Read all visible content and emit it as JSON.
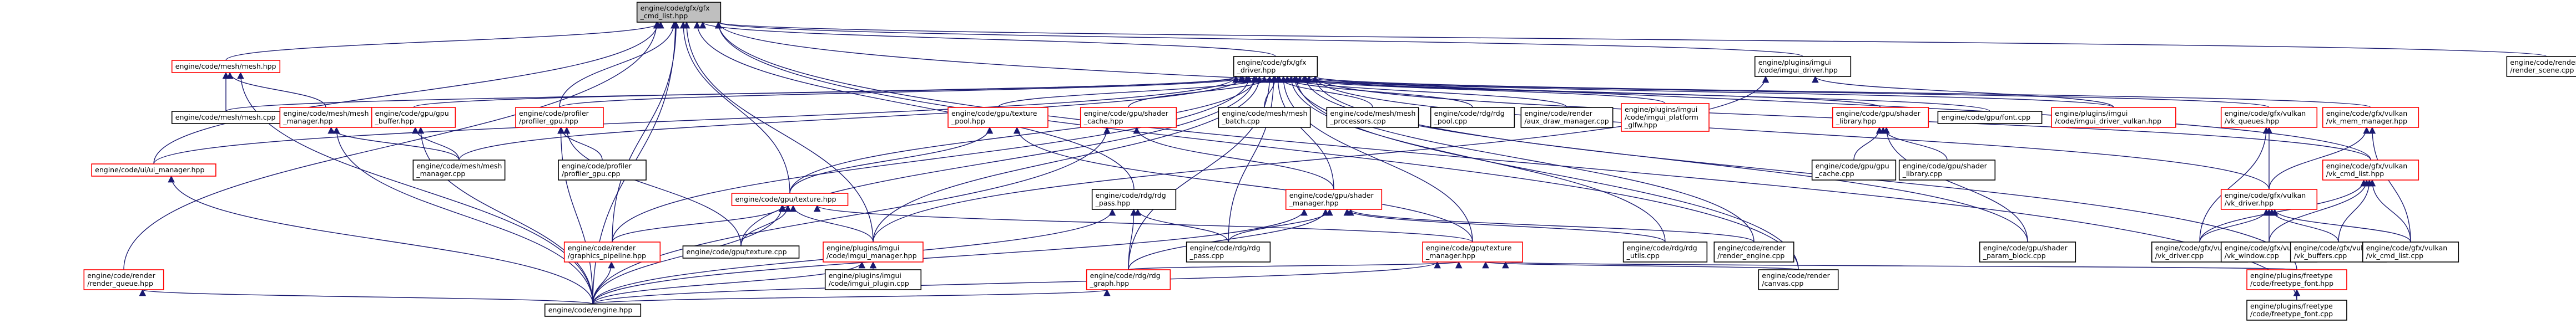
{
  "graph": {
    "type": "include-dependency",
    "colors": {
      "edge": "#191970",
      "border": "#000000",
      "incomplete_border": "#ff0000",
      "root_fill": "#bfbfbf",
      "background": "#ffffff"
    },
    "nodes": [
      {
        "id": "root",
        "lines": [
          "engine/code/gfx/gfx",
          "_cmd_list.hpp"
        ],
        "style": "root"
      },
      {
        "id": "mesh_hpp",
        "lines": [
          "engine/code/mesh/mesh.hpp"
        ],
        "style": "red"
      },
      {
        "id": "gfx_driver",
        "lines": [
          "engine/code/gfx/gfx",
          "_driver.hpp"
        ],
        "style": "normal"
      },
      {
        "id": "imgui_driver_hpp",
        "lines": [
          "engine/plugins/imgui",
          "/code/imgui_driver.hpp"
        ],
        "style": "normal"
      },
      {
        "id": "render_scene",
        "lines": [
          "engine/code/render",
          "/render_scene.cpp"
        ],
        "style": "normal"
      },
      {
        "id": "mesh_cpp",
        "lines": [
          "engine/code/mesh/mesh.cpp"
        ],
        "style": "normal"
      },
      {
        "id": "mesh_manager_hpp",
        "lines": [
          "engine/code/mesh/mesh",
          "_manager.hpp"
        ],
        "style": "red"
      },
      {
        "id": "gpu_buffer_hpp",
        "lines": [
          "engine/code/gpu/gpu",
          "_buffer.hpp"
        ],
        "style": "red"
      },
      {
        "id": "profiler_gpu_hpp",
        "lines": [
          "engine/code/profiler",
          "/profiler_gpu.hpp"
        ],
        "style": "red"
      },
      {
        "id": "texture_pool_hpp",
        "lines": [
          "engine/code/gpu/texture",
          "_pool.hpp"
        ],
        "style": "red"
      },
      {
        "id": "shader_cache_hpp",
        "lines": [
          "engine/code/gpu/shader",
          "_cache.hpp"
        ],
        "style": "red"
      },
      {
        "id": "mesh_batch",
        "lines": [
          "engine/code/mesh/mesh",
          "_batch.cpp"
        ],
        "style": "normal"
      },
      {
        "id": "mesh_processors",
        "lines": [
          "engine/code/mesh/mesh",
          "_processors.cpp"
        ],
        "style": "normal"
      },
      {
        "id": "rdg_pool",
        "lines": [
          "engine/code/rdg/rdg",
          "_pool.cpp"
        ],
        "style": "normal"
      },
      {
        "id": "aux_draw",
        "lines": [
          "engine/code/render",
          "/aux_draw_manager.cpp"
        ],
        "style": "normal"
      },
      {
        "id": "imgui_platform",
        "lines": [
          "engine/plugins/imgui",
          "/code/imgui_platform",
          "_glfw.hpp"
        ],
        "style": "red"
      },
      {
        "id": "shader_library_hpp",
        "lines": [
          "engine/code/gpu/shader",
          "_library.hpp"
        ],
        "style": "red"
      },
      {
        "id": "font_cpp",
        "lines": [
          "engine/code/gpu/font.cpp"
        ],
        "style": "normal"
      },
      {
        "id": "imgui_driver_vulkan",
        "lines": [
          "engine/plugins/imgui",
          "/code/imgui_driver_vulkan.hpp"
        ],
        "style": "red"
      },
      {
        "id": "vk_queues_hpp",
        "lines": [
          "engine/code/gfx/vulkan",
          "/vk_queues.hpp"
        ],
        "style": "red"
      },
      {
        "id": "vk_mem_manager_hpp",
        "lines": [
          "engine/code/gfx/vulkan",
          "/vk_mem_manager.hpp"
        ],
        "style": "red"
      },
      {
        "id": "vk_cmd_list_hpp",
        "lines": [
          "engine/code/gfx/vulkan",
          "/vk_cmd_list.hpp"
        ],
        "style": "red"
      },
      {
        "id": "ui_manager_hpp",
        "lines": [
          "engine/code/ui/ui_manager.hpp"
        ],
        "style": "red"
      },
      {
        "id": "mesh_manager_cpp",
        "lines": [
          "engine/code/mesh/mesh",
          "_manager.cpp"
        ],
        "style": "normal"
      },
      {
        "id": "profiler_gpu_cpp",
        "lines": [
          "engine/code/profiler",
          "/profiler_gpu.cpp"
        ],
        "style": "normal"
      },
      {
        "id": "gpu_cache_cpp",
        "lines": [
          "engine/code/gpu/gpu",
          "_cache.cpp"
        ],
        "style": "normal"
      },
      {
        "id": "shader_library_cpp",
        "lines": [
          "engine/code/gpu/shader",
          "_library.cpp"
        ],
        "style": "normal"
      },
      {
        "id": "texture_hpp",
        "lines": [
          "engine/code/gpu/texture.hpp"
        ],
        "style": "red"
      },
      {
        "id": "rdg_pass_hpp",
        "lines": [
          "engine/code/rdg/rdg",
          "_pass.hpp"
        ],
        "style": "normal"
      },
      {
        "id": "shader_manager_hpp",
        "lines": [
          "engine/code/gpu/shader",
          "_manager.hpp"
        ],
        "style": "red"
      },
      {
        "id": "vk_driver_hpp",
        "lines": [
          "engine/code/gfx/vulkan",
          "/vk_driver.hpp"
        ],
        "style": "red"
      },
      {
        "id": "graphics_pipeline_hpp",
        "lines": [
          "engine/code/render",
          "/graphics_pipeline.hpp"
        ],
        "style": "red"
      },
      {
        "id": "texture_cpp",
        "lines": [
          "engine/code/gpu/texture.cpp"
        ],
        "style": "normal"
      },
      {
        "id": "imgui_manager_hpp",
        "lines": [
          "engine/plugins/imgui",
          "/code/imgui_manager.hpp"
        ],
        "style": "red"
      },
      {
        "id": "rdg_pass_cpp",
        "lines": [
          "engine/code/rdg/rdg",
          "_pass.cpp"
        ],
        "style": "normal"
      },
      {
        "id": "texture_manager_hpp",
        "lines": [
          "engine/code/gpu/texture",
          "_manager.hpp"
        ],
        "style": "red"
      },
      {
        "id": "rdg_utils",
        "lines": [
          "engine/code/rdg/rdg",
          "_utils.cpp"
        ],
        "style": "normal"
      },
      {
        "id": "render_engine",
        "lines": [
          "engine/code/render",
          "/render_engine.cpp"
        ],
        "style": "normal"
      },
      {
        "id": "shader_param_block",
        "lines": [
          "engine/code/gpu/shader",
          "_param_block.cpp"
        ],
        "style": "normal"
      },
      {
        "id": "vk_driver_cpp",
        "lines": [
          "engine/code/gfx/vulkan",
          "/vk_driver.cpp"
        ],
        "style": "normal"
      },
      {
        "id": "vk_window",
        "lines": [
          "engine/code/gfx/vulkan",
          "/vk_window.cpp"
        ],
        "style": "normal"
      },
      {
        "id": "vk_buffers",
        "lines": [
          "engine/code/gfx/vulkan",
          "/vk_buffers.cpp"
        ],
        "style": "normal"
      },
      {
        "id": "vk_cmd_list_cpp",
        "lines": [
          "engine/code/gfx/vulkan",
          "/vk_cmd_list.cpp"
        ],
        "style": "normal"
      },
      {
        "id": "render_queue_hpp",
        "lines": [
          "engine/code/render",
          "/render_queue.hpp"
        ],
        "style": "red"
      },
      {
        "id": "rdg_graph_hpp",
        "lines": [
          "engine/code/rdg/rdg",
          "_graph.hpp"
        ],
        "style": "red"
      },
      {
        "id": "imgui_plugin",
        "lines": [
          "engine/plugins/imgui",
          "/code/imgui_plugin.cpp"
        ],
        "style": "normal"
      },
      {
        "id": "canvas_cpp",
        "lines": [
          "engine/code/render",
          "/canvas.cpp"
        ],
        "style": "normal"
      },
      {
        "id": "freetype_font_hpp",
        "lines": [
          "engine/plugins/freetype",
          "/code/freetype_font.hpp"
        ],
        "style": "red"
      },
      {
        "id": "engine_hpp",
        "lines": [
          "engine/code/engine.hpp"
        ],
        "style": "normal"
      },
      {
        "id": "freetype_font_cpp",
        "lines": [
          "engine/plugins/freetype",
          "/code/freetype_font.cpp"
        ],
        "style": "normal"
      }
    ],
    "edges": [
      [
        "mesh_hpp",
        "root"
      ],
      [
        "gfx_driver",
        "root"
      ],
      [
        "imgui_driver_hpp",
        "root"
      ],
      [
        "render_scene",
        "root"
      ],
      [
        "ui_manager_hpp",
        "root"
      ],
      [
        "render_queue_hpp",
        "root"
      ],
      [
        "engine_hpp",
        "root"
      ],
      [
        "graphics_pipeline_hpp",
        "root"
      ],
      [
        "profiler_gpu_hpp",
        "root"
      ],
      [
        "texture_hpp",
        "root"
      ],
      [
        "imgui_manager_hpp",
        "root"
      ],
      [
        "rdg_pass_hpp",
        "root"
      ],
      [
        "vk_cmd_list_hpp",
        "root"
      ],
      [
        "canvas_cpp",
        "root"
      ],
      [
        "freetype_font_cpp",
        "root"
      ],
      [
        "mesh_cpp",
        "mesh_hpp"
      ],
      [
        "mesh_manager_hpp",
        "mesh_hpp"
      ],
      [
        "engine_hpp",
        "mesh_hpp"
      ],
      [
        "mesh_cpp",
        "gfx_driver"
      ],
      [
        "mesh_manager_cpp",
        "gfx_driver"
      ],
      [
        "gpu_buffer_hpp",
        "gfx_driver"
      ],
      [
        "profiler_gpu_hpp",
        "gfx_driver"
      ],
      [
        "texture_pool_hpp",
        "gfx_driver"
      ],
      [
        "shader_cache_hpp",
        "gfx_driver"
      ],
      [
        "mesh_batch",
        "gfx_driver"
      ],
      [
        "mesh_processors",
        "gfx_driver"
      ],
      [
        "rdg_pool",
        "gfx_driver"
      ],
      [
        "aux_draw",
        "gfx_driver"
      ],
      [
        "imgui_platform",
        "gfx_driver"
      ],
      [
        "shader_library_hpp",
        "gfx_driver"
      ],
      [
        "font_cpp",
        "gfx_driver"
      ],
      [
        "imgui_driver_vulkan",
        "gfx_driver"
      ],
      [
        "vk_queues_hpp",
        "gfx_driver"
      ],
      [
        "vk_mem_manager_hpp",
        "gfx_driver"
      ],
      [
        "texture_hpp",
        "gfx_driver"
      ],
      [
        "shader_manager_hpp",
        "gfx_driver"
      ],
      [
        "rdg_utils",
        "gfx_driver"
      ],
      [
        "render_engine",
        "gfx_driver"
      ],
      [
        "texture_cpp",
        "gfx_driver"
      ],
      [
        "imgui_manager_hpp",
        "gfx_driver"
      ],
      [
        "graphics_pipeline_hpp",
        "gfx_driver"
      ],
      [
        "shader_param_block",
        "gfx_driver"
      ],
      [
        "vk_driver_hpp",
        "gfx_driver"
      ],
      [
        "ui_manager_hpp",
        "gfx_driver"
      ],
      [
        "rdg_pass_cpp",
        "gfx_driver"
      ],
      [
        "canvas_cpp",
        "gfx_driver"
      ],
      [
        "texture_manager_hpp",
        "gfx_driver"
      ],
      [
        "freetype_font_hpp",
        "gfx_driver"
      ],
      [
        "vk_cmd_list_hpp",
        "gfx_driver"
      ],
      [
        "rdg_graph_hpp",
        "gfx_driver"
      ],
      [
        "imgui_driver_vulkan",
        "imgui_driver_hpp"
      ],
      [
        "imgui_manager_hpp",
        "imgui_driver_hpp"
      ],
      [
        "mesh_manager_cpp",
        "mesh_manager_hpp"
      ],
      [
        "engine_hpp",
        "mesh_manager_hpp"
      ],
      [
        "mesh_manager_cpp",
        "gpu_buffer_hpp"
      ],
      [
        "engine_hpp",
        "gpu_buffer_hpp"
      ],
      [
        "profiler_gpu_cpp",
        "profiler_gpu_hpp"
      ],
      [
        "texture_cpp",
        "profiler_gpu_hpp"
      ],
      [
        "engine_hpp",
        "profiler_gpu_hpp"
      ],
      [
        "texture_hpp",
        "texture_pool_hpp"
      ],
      [
        "texture_manager_hpp",
        "texture_pool_hpp"
      ],
      [
        "shader_manager_hpp",
        "shader_cache_hpp"
      ],
      [
        "engine_hpp",
        "shader_cache_hpp"
      ],
      [
        "gpu_cache_cpp",
        "shader_library_hpp"
      ],
      [
        "shader_library_cpp",
        "shader_library_hpp"
      ],
      [
        "shader_param_block",
        "shader_library_hpp"
      ],
      [
        "vk_driver_hpp",
        "vk_queues_hpp"
      ],
      [
        "vk_driver_cpp",
        "vk_queues_hpp"
      ],
      [
        "vk_driver_hpp",
        "vk_mem_manager_hpp"
      ],
      [
        "vk_cmd_list_cpp",
        "vk_mem_manager_hpp"
      ],
      [
        "vk_driver_cpp",
        "vk_cmd_list_hpp"
      ],
      [
        "vk_window",
        "vk_cmd_list_hpp"
      ],
      [
        "vk_buffers",
        "vk_cmd_list_hpp"
      ],
      [
        "vk_cmd_list_cpp",
        "vk_cmd_list_hpp"
      ],
      [
        "engine_hpp",
        "ui_manager_hpp"
      ],
      [
        "graphics_pipeline_hpp",
        "texture_hpp"
      ],
      [
        "texture_cpp",
        "texture_hpp"
      ],
      [
        "imgui_manager_hpp",
        "texture_hpp"
      ],
      [
        "texture_manager_hpp",
        "texture_hpp"
      ],
      [
        "engine_hpp",
        "texture_hpp"
      ],
      [
        "rdg_pass_cpp",
        "rdg_pass_hpp"
      ],
      [
        "rdg_graph_hpp",
        "rdg_pass_hpp"
      ],
      [
        "engine_hpp",
        "rdg_pass_hpp"
      ],
      [
        "rdg_pass_cpp",
        "shader_manager_hpp"
      ],
      [
        "rdg_utils",
        "shader_manager_hpp"
      ],
      [
        "render_engine",
        "shader_manager_hpp"
      ],
      [
        "rdg_graph_hpp",
        "shader_manager_hpp"
      ],
      [
        "engine_hpp",
        "shader_manager_hpp"
      ],
      [
        "vk_driver_cpp",
        "vk_driver_hpp"
      ],
      [
        "vk_window",
        "vk_driver_hpp"
      ],
      [
        "vk_buffers",
        "vk_driver_hpp"
      ],
      [
        "vk_cmd_list_cpp",
        "vk_driver_hpp"
      ],
      [
        "engine_hpp",
        "graphics_pipeline_hpp"
      ],
      [
        "imgui_plugin",
        "imgui_manager_hpp"
      ],
      [
        "engine_hpp",
        "imgui_manager_hpp"
      ],
      [
        "rdg_graph_hpp",
        "texture_manager_hpp"
      ],
      [
        "canvas_cpp",
        "texture_manager_hpp"
      ],
      [
        "freetype_font_hpp",
        "texture_manager_hpp"
      ],
      [
        "engine_hpp",
        "texture_manager_hpp"
      ],
      [
        "engine_hpp",
        "render_queue_hpp"
      ],
      [
        "engine_hpp",
        "rdg_graph_hpp"
      ],
      [
        "freetype_font_cpp",
        "freetype_font_hpp"
      ]
    ]
  }
}
